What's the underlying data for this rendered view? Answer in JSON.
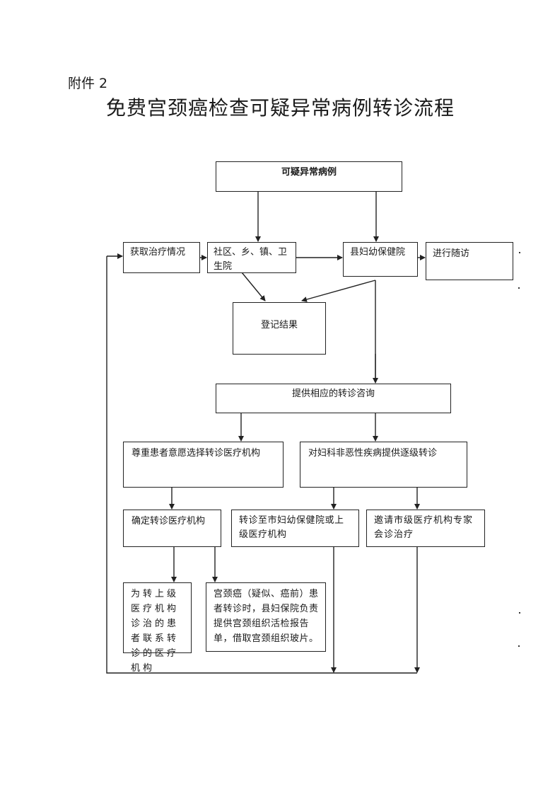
{
  "header": {
    "attachment_label": "附件 2",
    "title": "免费宫颈癌检查可疑异常病例转诊流程"
  },
  "nodes": {
    "suspicious": "可疑异常病例",
    "get_treatment": "获取治疗情况",
    "community": "社区、乡、镇、卫生院",
    "county_mch": "县妇幼保健院",
    "follow_up": "进行随访",
    "register": "登记结果",
    "consult": "提供相应的转诊咨询",
    "respect_choice": "尊重患者意愿选择转诊医疗机构",
    "stepwise": "对妇科非恶性疾病提供逐级转诊",
    "determine": "确定转诊医疗机构",
    "transfer_city": "转诊至市妇幼保健院或上级医疗机构",
    "invite_expert": "邀请市级医疗机构专家会诊治疗",
    "contact_institution": "为转上级医疗机构诊治的患者联系转诊的医疗机构",
    "cancer_note": "宫颈癌（疑似、癌前）患者转诊时，县妇保院负责提供宫颈组织活检报告单，借取宫颈组织玻片。"
  },
  "colors": {
    "line": "#222222",
    "background": "#ffffff"
  }
}
